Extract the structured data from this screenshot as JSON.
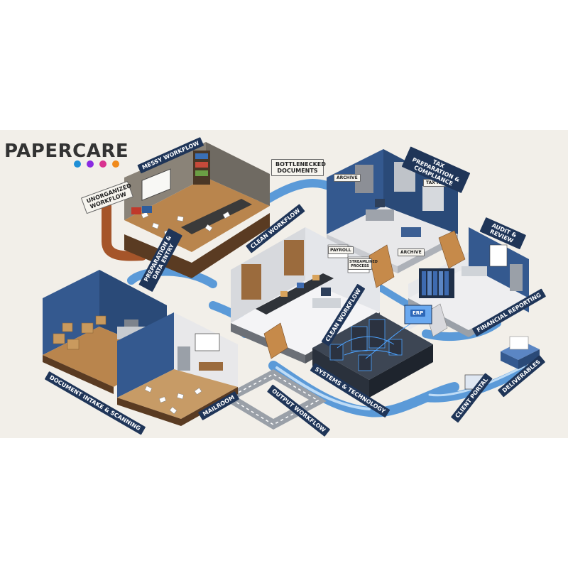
{
  "brand": {
    "name": "PAPERCARE",
    "dot_colors": [
      "#1f8fd6",
      "#8a2be2",
      "#d9338f",
      "#f08a1c"
    ]
  },
  "labels": {
    "messy_workflow": "MESSY WORKFLOW",
    "unorganized_workflow": "UNORGANIZED WORKFLOW",
    "bottlenecked_documents": "BOTTLENECKED DOCUMENTS",
    "preparation_data_entry": "PREPARATION & DATA ENTRY",
    "clean_workflow_top": "CLEAN WORKFLOW",
    "payroll": "PAYROLL",
    "streamlined_process": "STREAMLINED PROCESS",
    "archive_top": "ARCHIVE",
    "archive_mid": "ARCHIVE",
    "tax_returns": "TAX RETURNS",
    "tax_preparation_compliance": "TAX PREPARATION & COMPLIANCE",
    "audit_review": "AUDIT & REVIEW",
    "financial_reporting": "FINANCIAL REPORTING",
    "clean_workflow_mid": "CLEAN WORKFLOW",
    "systems_technology": "SYSTEMS & TECHNOLOGY",
    "erp": "ERP",
    "document_intake_scanning": "DOCUMENT INTAKE & SCANNING",
    "mailroom": "MAILROOM",
    "output_workflow": "OUTPUT WORKFLOW",
    "client_portal": "CLIENT PORTAL",
    "deliverables": "DELIVERABLES"
  },
  "colors": {
    "wall_blue": "#34598f",
    "floor_gray": "#e8e8ea",
    "pipe_blue": "#5b9ad8",
    "pipe_rust": "#a5552a",
    "wood": "#b9854d",
    "label_navy": "#1f3558"
  }
}
